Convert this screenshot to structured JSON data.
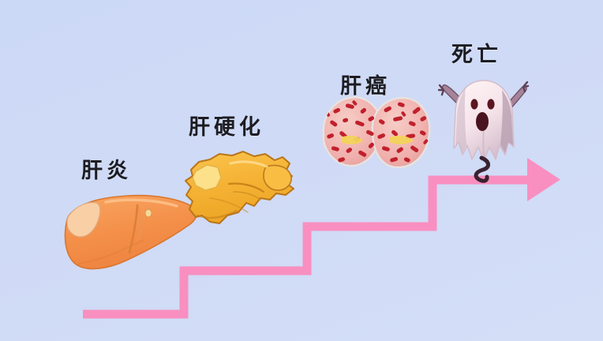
{
  "illustration": {
    "title": "Liver disease progression",
    "background_color": "#ccd9f6",
    "arrow_color": "#f88fc0",
    "arrow_direction": "left-to-right ascending staircase"
  },
  "stages": [
    {
      "id": "hepatitis",
      "label": "肝炎",
      "icon_name": "healthy-liver-icon",
      "color": "#f5954f",
      "accent_color": "#f9c89a",
      "step": 1
    },
    {
      "id": "cirrhosis",
      "label": "肝硬化",
      "icon_name": "cirrhotic-liver-icon",
      "color": "#f5b335",
      "accent_color": "#fce08a",
      "step": 2
    },
    {
      "id": "liver-cancer",
      "label": "肝癌",
      "icon_name": "liver-tumor-icon",
      "color": "#f0b0ad",
      "accent_color": "#c0202c",
      "step": 3
    },
    {
      "id": "death",
      "label": "死亡",
      "icon_name": "ghost-icon",
      "color": "#f6e4ea",
      "accent_color": "#8b6f86",
      "step": 4
    }
  ]
}
